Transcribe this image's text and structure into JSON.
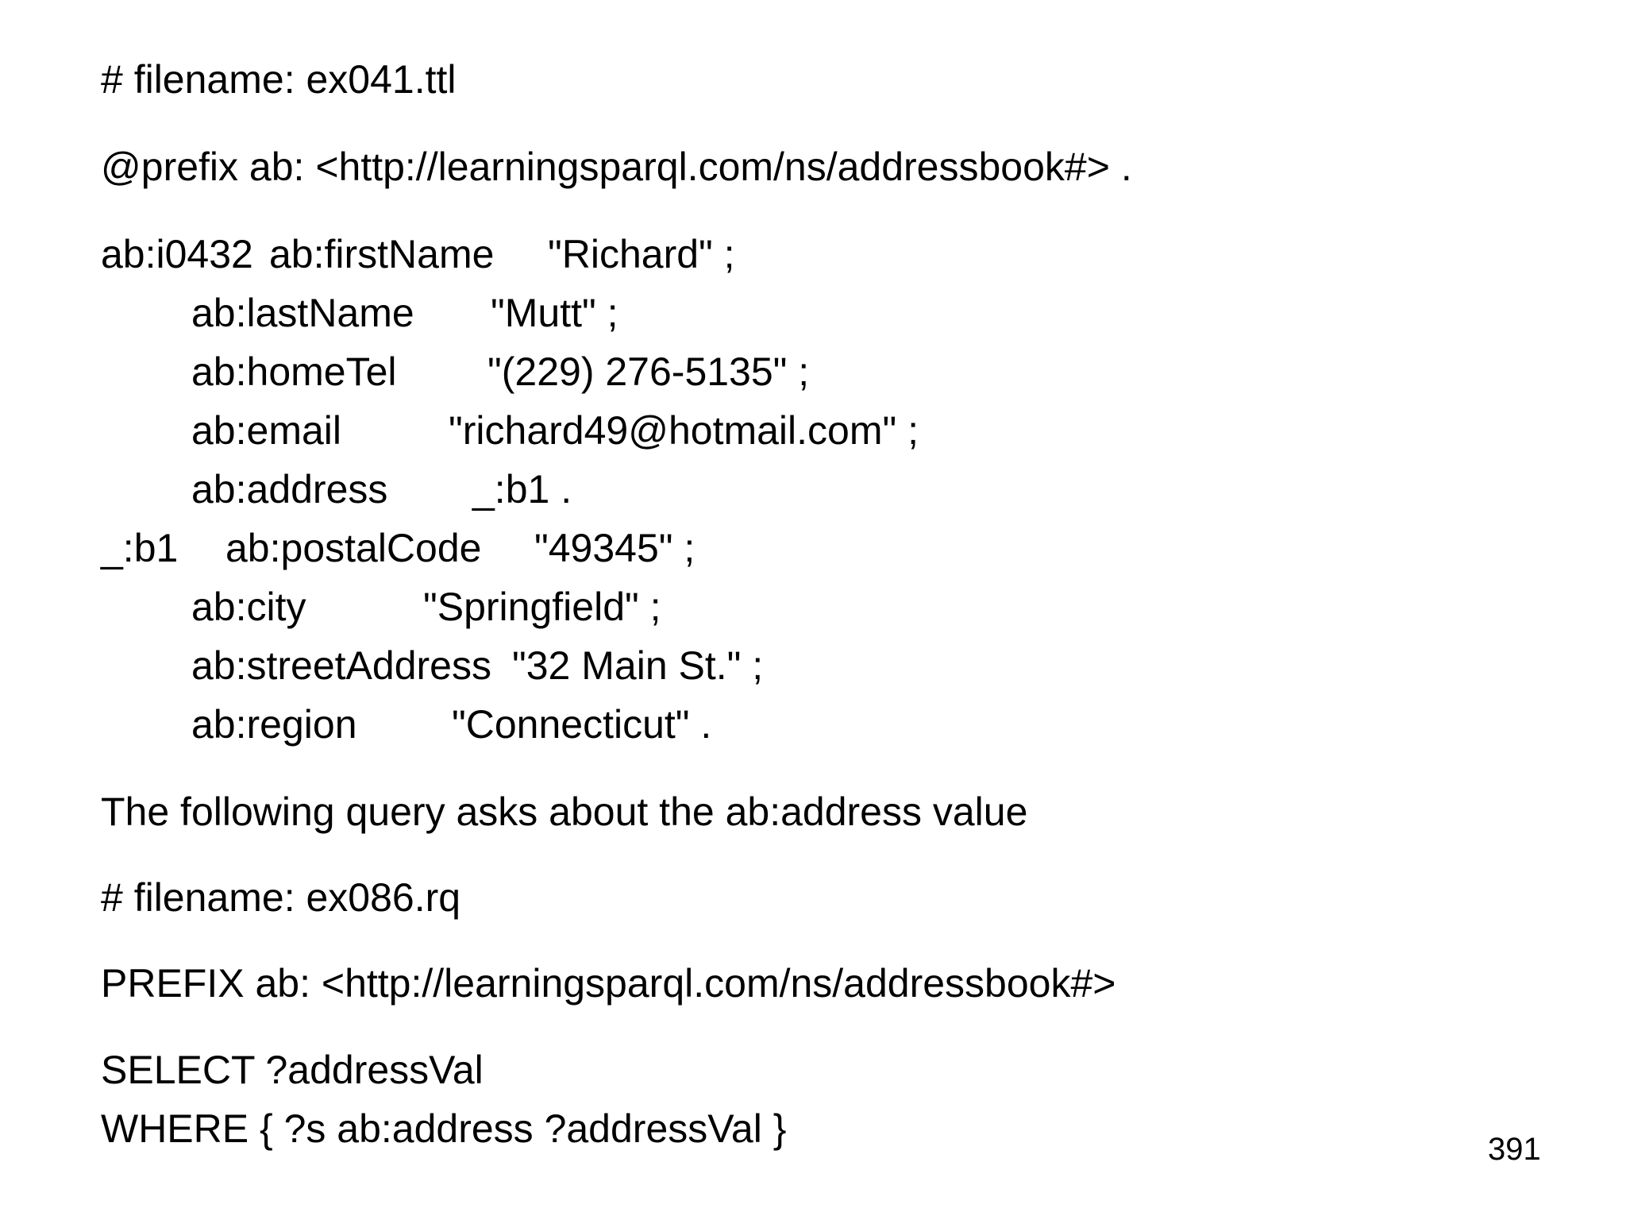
{
  "turtle_file": {
    "filename_comment": "# filename: ex041.ttl",
    "prefix_line": "@prefix ab: <http://learningsparql.com/ns/addressbook#> .",
    "lines": [
      {
        "subject": "ab:i0432",
        "predicate": "ab:firstName",
        "object": "\"Richard\" ;"
      },
      {
        "subject": "",
        "predicate": "ab:lastName",
        "object": "\"Mutt\" ;"
      },
      {
        "subject": "",
        "predicate": "ab:homeTel",
        "object": "\"(229) 276-5135\" ;"
      },
      {
        "subject": "",
        "predicate": "ab:email",
        "object": "\"richard49@hotmail.com\" ;"
      },
      {
        "subject": "",
        "predicate": "ab:address",
        "object": "_:b1 ."
      },
      {
        "subject": "_:b1",
        "predicate": "ab:postalCode",
        "object": "\"49345\" ;"
      },
      {
        "subject": "",
        "predicate": "ab:city",
        "object": "\"Springfield\" ;"
      },
      {
        "subject": "",
        "predicate": "ab:streetAddress",
        "object": "\"32 Main St.\" ;"
      },
      {
        "subject": "",
        "predicate": "ab:region",
        "object": "\"Connecticut\" ."
      }
    ]
  },
  "explanation": "The following query asks about the ab:address value",
  "query_file": {
    "filename_comment": "# filename: ex086.rq",
    "prefix_line": "PREFIX ab: <http://learningsparql.com/ns/addressbook#>",
    "select_line": "SELECT ?addressVal",
    "where_line": "WHERE { ?s ab:address ?addressVal }"
  },
  "page_number": "391"
}
